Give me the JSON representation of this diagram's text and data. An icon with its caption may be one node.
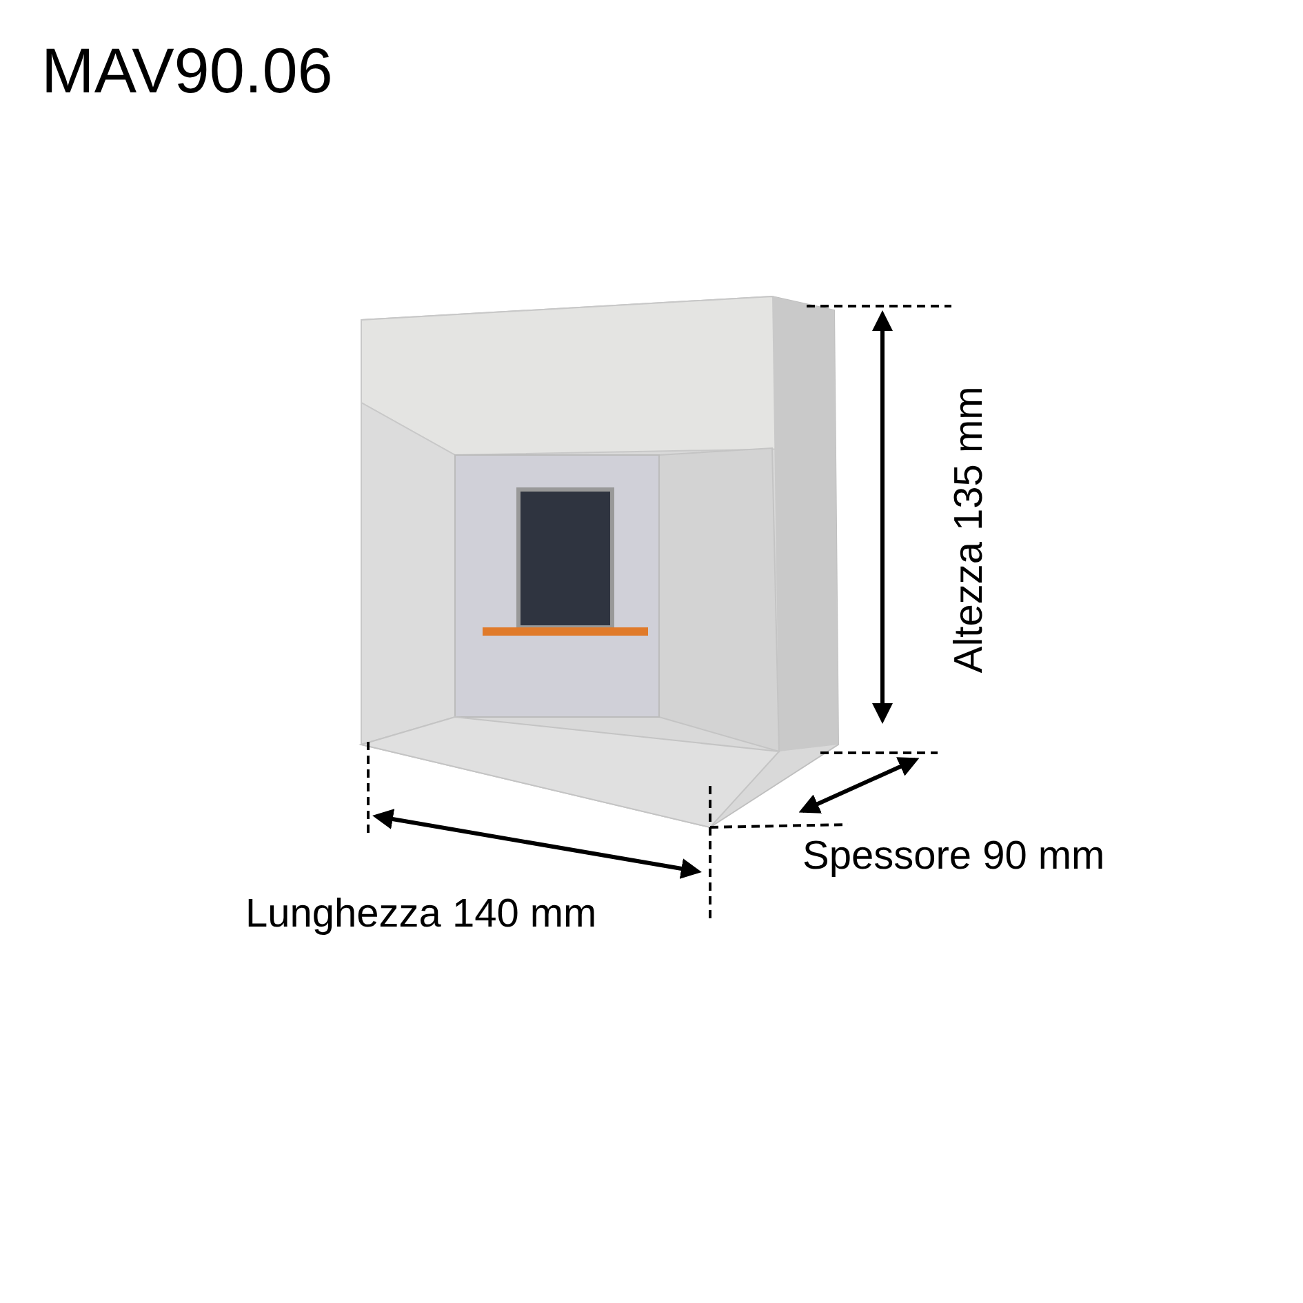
{
  "diagram": {
    "title": "MAV90.06",
    "labels": [
      "Altezza 135 mm",
      "Spessore 90 mm",
      "Lunghezza 140 mm"
    ]
  }
}
